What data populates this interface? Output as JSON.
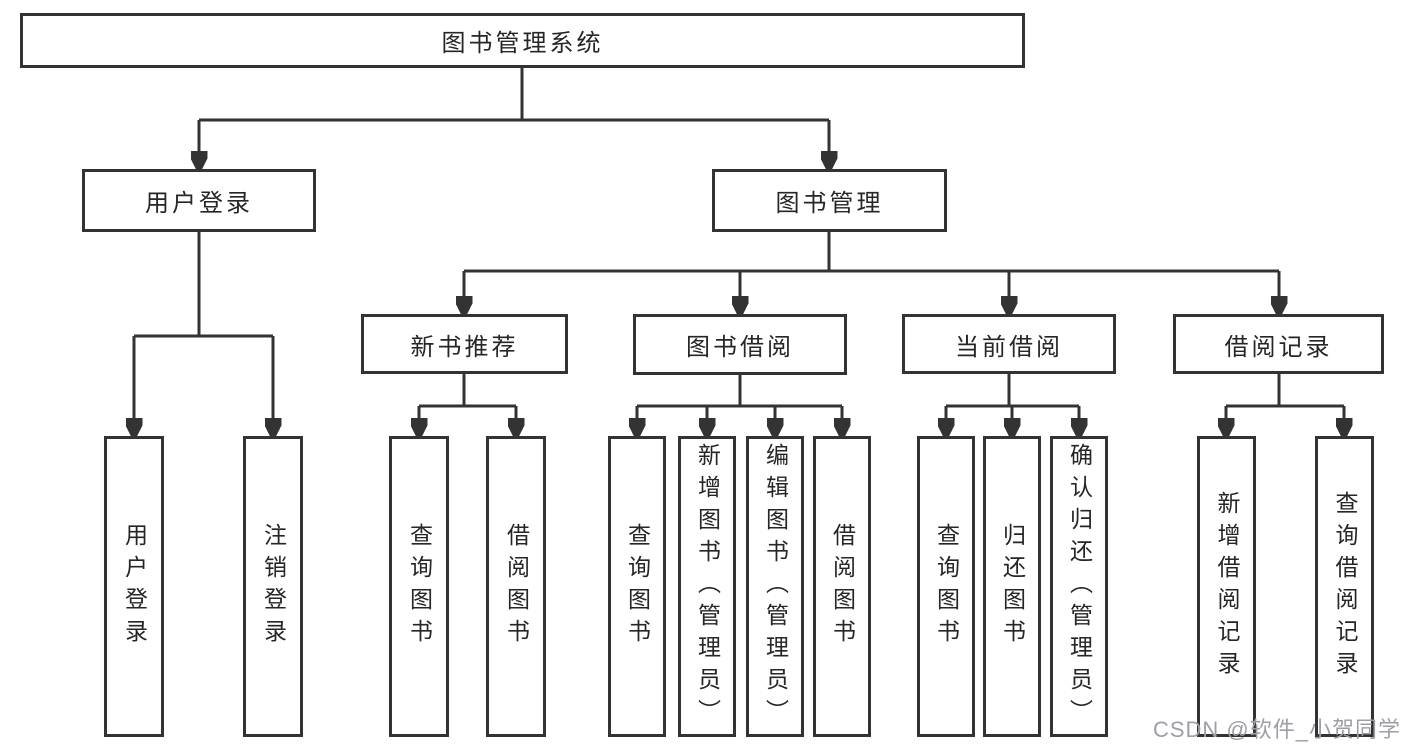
{
  "tree": {
    "label": "图书管理系统",
    "children": [
      {
        "label": "用户登录",
        "children": [
          {
            "label": "用户登录"
          },
          {
            "label": "注销登录"
          }
        ]
      },
      {
        "label": "图书管理",
        "children": [
          {
            "label": "新书推荐",
            "children": [
              {
                "label": "查询图书"
              },
              {
                "label": "借阅图书"
              }
            ]
          },
          {
            "label": "图书借阅",
            "children": [
              {
                "label": "查询图书"
              },
              {
                "label": "新增图书（管理员）"
              },
              {
                "label": "编辑图书（管理员）"
              },
              {
                "label": "借阅图书"
              }
            ]
          },
          {
            "label": "当前借阅",
            "children": [
              {
                "label": "查询图书"
              },
              {
                "label": "归还图书"
              },
              {
                "label": "确认归还（管理员）"
              }
            ]
          },
          {
            "label": "借阅记录",
            "children": [
              {
                "label": "新增借阅记录"
              },
              {
                "label": "查询借阅记录"
              }
            ]
          }
        ]
      }
    ]
  },
  "watermark": "CSDN @软件_小贺同学",
  "colors": {
    "line": "#333333",
    "text": "#262626",
    "watermark": "#9e9ea4",
    "background": "#ffffff"
  }
}
